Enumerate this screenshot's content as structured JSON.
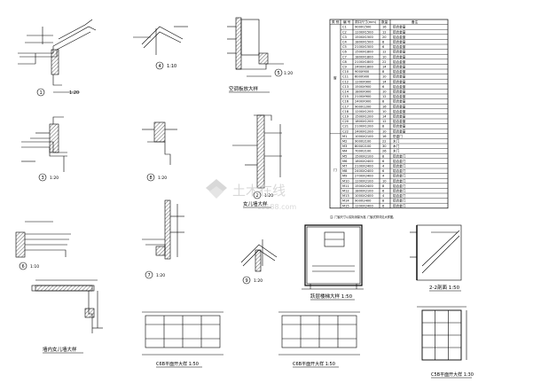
{
  "drawing": {
    "details": [
      {
        "id": "d1",
        "mark": "1",
        "scale": "1:20"
      },
      {
        "id": "d4",
        "mark": "4",
        "scale": "1:10"
      },
      {
        "id": "d5",
        "mark": "5",
        "scale": "1:20"
      },
      {
        "id": "d3",
        "mark": "3",
        "scale": "1:20"
      },
      {
        "id": "d8",
        "mark": "8",
        "scale": "1:20"
      },
      {
        "id": "d2",
        "mark": "2",
        "scale": "1:20"
      },
      {
        "id": "d6",
        "mark": "6",
        "scale": "1:10"
      },
      {
        "id": "d7",
        "mark": "7",
        "scale": "1:20"
      },
      {
        "id": "d9",
        "mark": "9",
        "scale": "1:20"
      }
    ],
    "titles": {
      "ac_detail": "空调板放大样",
      "parapet": "女儿墙大样",
      "stair": "跃层楼梯大样 1:50",
      "stair22": "2-2剖面 1:50",
      "inner_parapet": "墙内女儿墙大样",
      "c1": "C6B平面开大样 1:50",
      "c2": "C6B平面开大样 1:50",
      "c3": "C5B平面开大样 1:30"
    },
    "door_window_table": {
      "headers": [
        "类 别",
        "编 号",
        "洞口尺寸(mm)",
        "数量",
        "备注"
      ],
      "group_window": "窗",
      "group_door": "门",
      "window_rows": [
        [
          "C1",
          "900X1500",
          "16",
          "铝合金窗"
        ],
        [
          "C2",
          "1200X1500",
          "12",
          "铝合金窗"
        ],
        [
          "C3",
          "1500X1500",
          "20",
          "铝合金窗"
        ],
        [
          "C4",
          "1800X1500",
          "8",
          "铝合金窗"
        ],
        [
          "C5",
          "2100X1500",
          "6",
          "铝合金窗"
        ],
        [
          "C6",
          "1500X1800",
          "12",
          "铝合金窗"
        ],
        [
          "C7",
          "1800X1800",
          "10",
          "铝合金窗"
        ],
        [
          "C8",
          "2100X1800",
          "22",
          "铝合金窗"
        ],
        [
          "C9",
          "2400X1800",
          "14",
          "铝合金窗"
        ],
        [
          "C10",
          "900X900",
          "8",
          "铝合金窗"
        ],
        [
          "C11",
          "600X900",
          "10",
          "铝合金窗"
        ],
        [
          "C12",
          "1200X900",
          "14",
          "铝合金窗"
        ],
        [
          "C13",
          "1500X900",
          "6",
          "铝合金窗"
        ],
        [
          "C14",
          "1800X900",
          "10",
          "铝合金窗"
        ],
        [
          "C15",
          "2100X900",
          "12",
          "铝合金窗"
        ],
        [
          "C16",
          "2400X900",
          "8",
          "铝合金窗"
        ],
        [
          "C17",
          "900X1200",
          "16",
          "铝合金窗"
        ],
        [
          "C18",
          "1200X1200",
          "10",
          "铝合金窗"
        ],
        [
          "C19",
          "1500X1200",
          "14",
          "铝合金窗"
        ],
        [
          "C20",
          "1800X1200",
          "12",
          "铝合金窗"
        ],
        [
          "C21",
          "2100X1200",
          "8",
          "铝合金窗"
        ],
        [
          "C22",
          "2400X1200",
          "10",
          "铝合金窗"
        ]
      ],
      "door_rows": [
        [
          "M1",
          "1000X2100",
          "16",
          "防盗门"
        ],
        [
          "M2",
          "900X2100",
          "22",
          "木门"
        ],
        [
          "M3",
          "800X2100",
          "30",
          "木门"
        ],
        [
          "M4",
          "700X2100",
          "26",
          "木门"
        ],
        [
          "M5",
          "1500X2100",
          "8",
          "铝合金门"
        ],
        [
          "M6",
          "1800X2400",
          "6",
          "铝合金门"
        ],
        [
          "M7",
          "2100X2400",
          "4",
          "铝合金门"
        ],
        [
          "M8",
          "2400X2400",
          "6",
          "铝合金门"
        ],
        [
          "M9",
          "2700X2400",
          "4",
          "铝合金门"
        ],
        [
          "M10",
          "1200X2100",
          "10",
          "铝合金门"
        ],
        [
          "M11",
          "1500X2400",
          "8",
          "铝合金门"
        ],
        [
          "M12",
          "1800X2100",
          "6",
          "铝合金门"
        ],
        [
          "M13",
          "1000X2400",
          "4",
          "铝合金门"
        ],
        [
          "M14",
          "900X2400",
          "8",
          "铝合金门"
        ],
        [
          "M15",
          "1200X2400",
          "6",
          "铝合金门"
        ]
      ]
    },
    "note": "注: 门窗尺寸以实际测量为准, 门窗式样详见大样图。",
    "watermark": {
      "main": "土木在线",
      "sub": "co188.com"
    }
  }
}
